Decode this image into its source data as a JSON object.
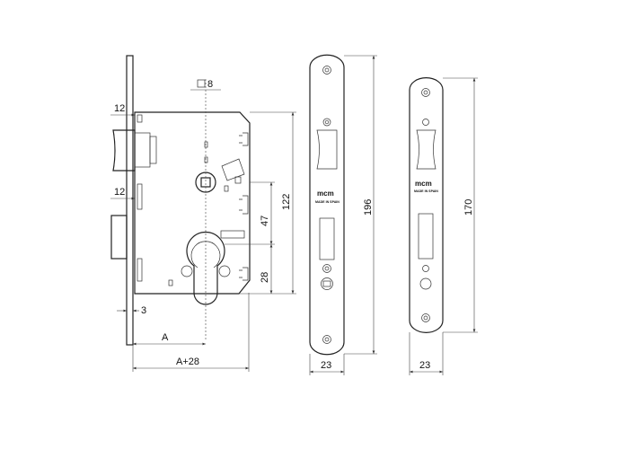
{
  "dimensions": {
    "faceplate_width_top": "12",
    "faceplate_width_mid": "12",
    "square_spindle": "8",
    "hub_to_cylinder": "47",
    "case_height": "122",
    "cylinder_to_bottom": "28",
    "faceplate_thickness": "3",
    "backset": "A",
    "backset_plus": "A+28",
    "faceplate_length": "196",
    "faceplate_width": "23",
    "strike_length": "170",
    "strike_width": "23"
  },
  "labels": {
    "brand": "mcm",
    "made_in": "MADE IN SPAIN"
  }
}
